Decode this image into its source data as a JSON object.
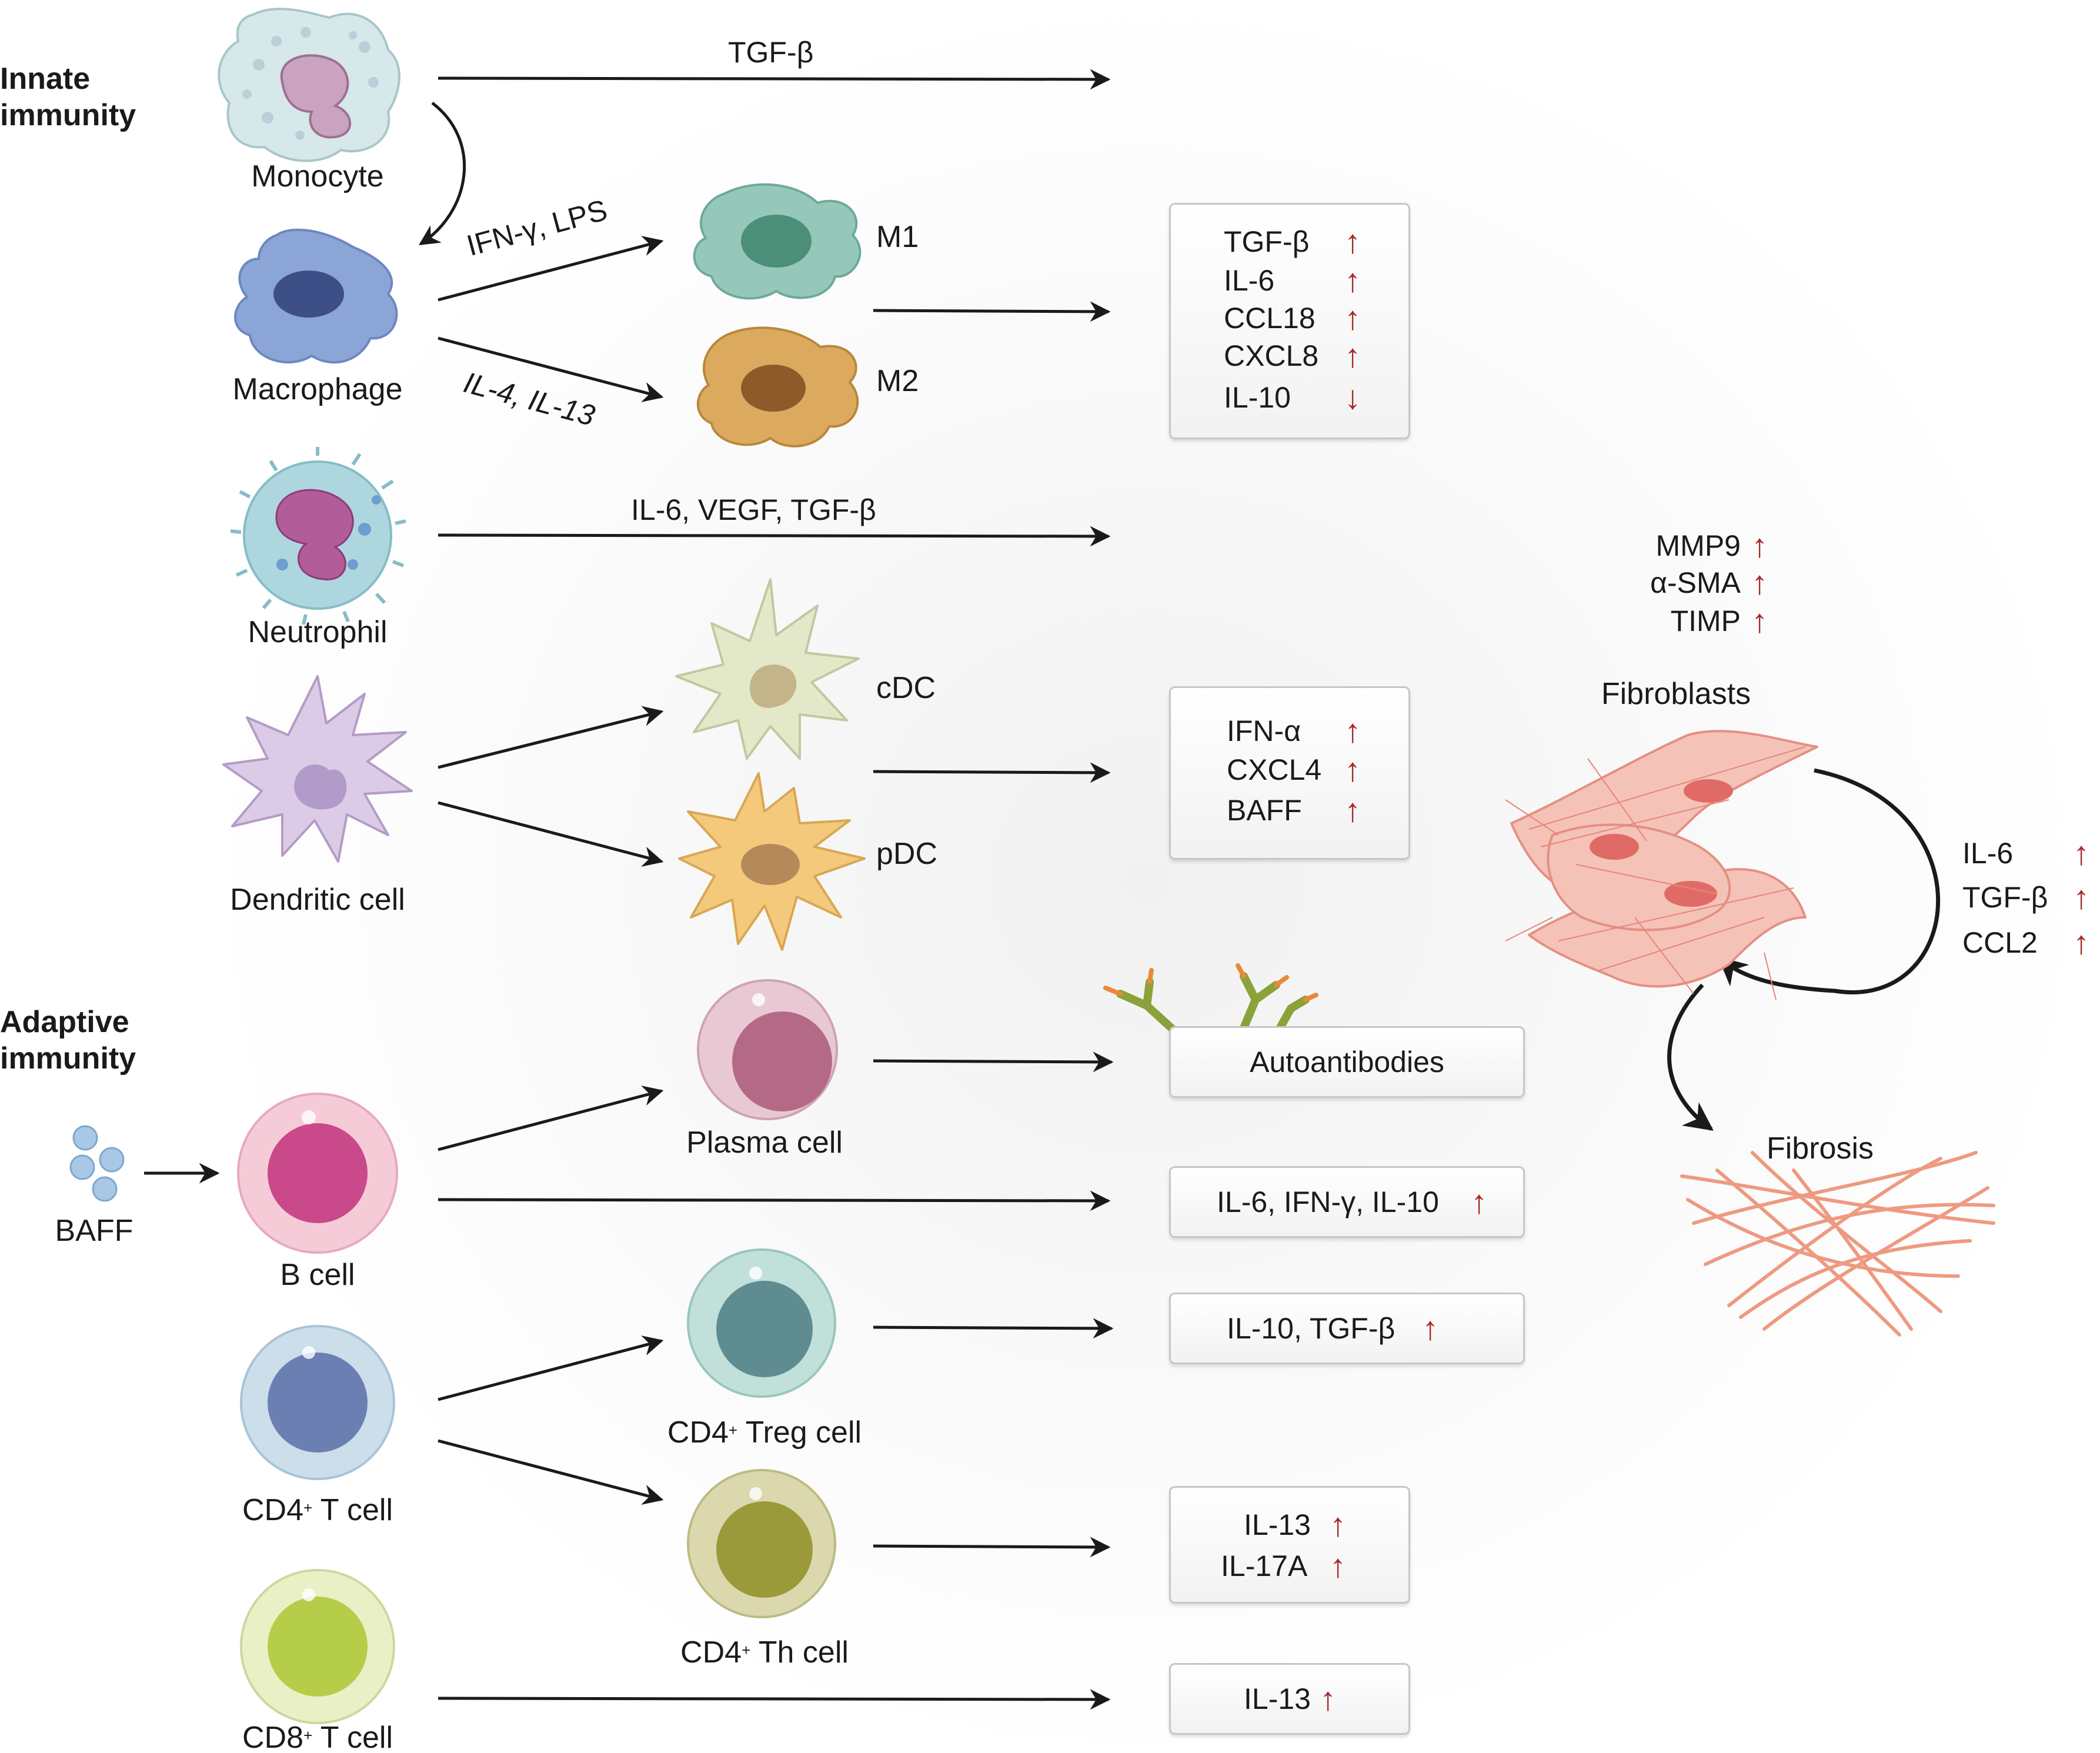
{
  "headings": {
    "innate": "Innate\nimmunity",
    "adaptive": "Adaptive\nimmunity"
  },
  "cells": {
    "monocyte": "Monocyte",
    "macrophage": "Macrophage",
    "m1": "M1",
    "m2": "M2",
    "neutrophil": "Neutrophil",
    "dendritic": "Dendritic cell",
    "cdc": "cDC",
    "pdc": "pDC",
    "baff": "BAFF",
    "b_cell": "B cell",
    "plasma_cell": "Plasma cell",
    "cd4_t_cell": {
      "pre": "CD4",
      "sup": "+",
      "post": " T cell"
    },
    "cd4_treg": {
      "pre": "CD4",
      "sup": "+",
      "post": " Treg cell"
    },
    "cd4_th": {
      "pre": "CD4",
      "sup": "+",
      "post": " Th cell"
    },
    "cd8_t_cell": {
      "pre": "CD8",
      "sup": "+",
      "post": " T cell"
    },
    "fibroblasts": "Fibroblasts",
    "fibrosis": "Fibrosis"
  },
  "arrow_labels": {
    "monocyte_tgf": "TGF-β",
    "m1_stim": "IFN-γ, LPS",
    "m2_stim": "IL-4, IL-13",
    "neutrophil": "IL-6, VEGF, TGF-β"
  },
  "boxes": {
    "macrophage": [
      {
        "label": "TGF-β",
        "dir": "up"
      },
      {
        "label": "IL-6",
        "dir": "up"
      },
      {
        "label": "CCL18",
        "dir": "up"
      },
      {
        "label": "CXCL8",
        "dir": "up"
      },
      {
        "label": "IL-10",
        "dir": "down"
      }
    ],
    "dc": [
      {
        "label": "IFN-α",
        "dir": "up"
      },
      {
        "label": "CXCL4",
        "dir": "up"
      },
      {
        "label": "BAFF",
        "dir": "up"
      }
    ],
    "autoantibodies": "Autoantibodies",
    "bcell": "IL-6, IFN-γ, IL-10",
    "treg": "IL-10, TGF-β",
    "th": [
      {
        "label": "IL-13",
        "dir": "up"
      },
      {
        "label": "IL-17A",
        "dir": "up"
      }
    ],
    "cd8": "IL-13"
  },
  "fibroblast_markers": [
    {
      "label": "MMP9",
      "dir": "up"
    },
    {
      "label": "α-SMA",
      "dir": "up"
    },
    {
      "label": "TIMP",
      "dir": "up"
    }
  ],
  "fibroblast_loop": [
    {
      "label": "IL-6",
      "dir": "up"
    },
    {
      "label": "TGF-β",
      "dir": "up"
    },
    {
      "label": "CCL2",
      "dir": "up"
    }
  ],
  "colors": {
    "monocyte": "#cfe3e6",
    "macrophage": "#7f99cf",
    "m1": "#8fc1b5",
    "m2": "#d9a85a",
    "neutrophil": "#a9d3dc",
    "dendritic": "#d8c7e3",
    "cdc": "#dfe4c4",
    "pdc": "#f2c777",
    "b_cell": "#f5c9d6",
    "plasma": "#e7c7d0",
    "cd4": "#c9dbe8",
    "treg": "#bcdcd6",
    "th": "#d8d6a6",
    "cd8": "#e8efc2",
    "fibro": "#f2b2a8",
    "fibrosis": "#ee9a80",
    "arrow": "#1a1a1a",
    "up": "#a52a2a"
  }
}
